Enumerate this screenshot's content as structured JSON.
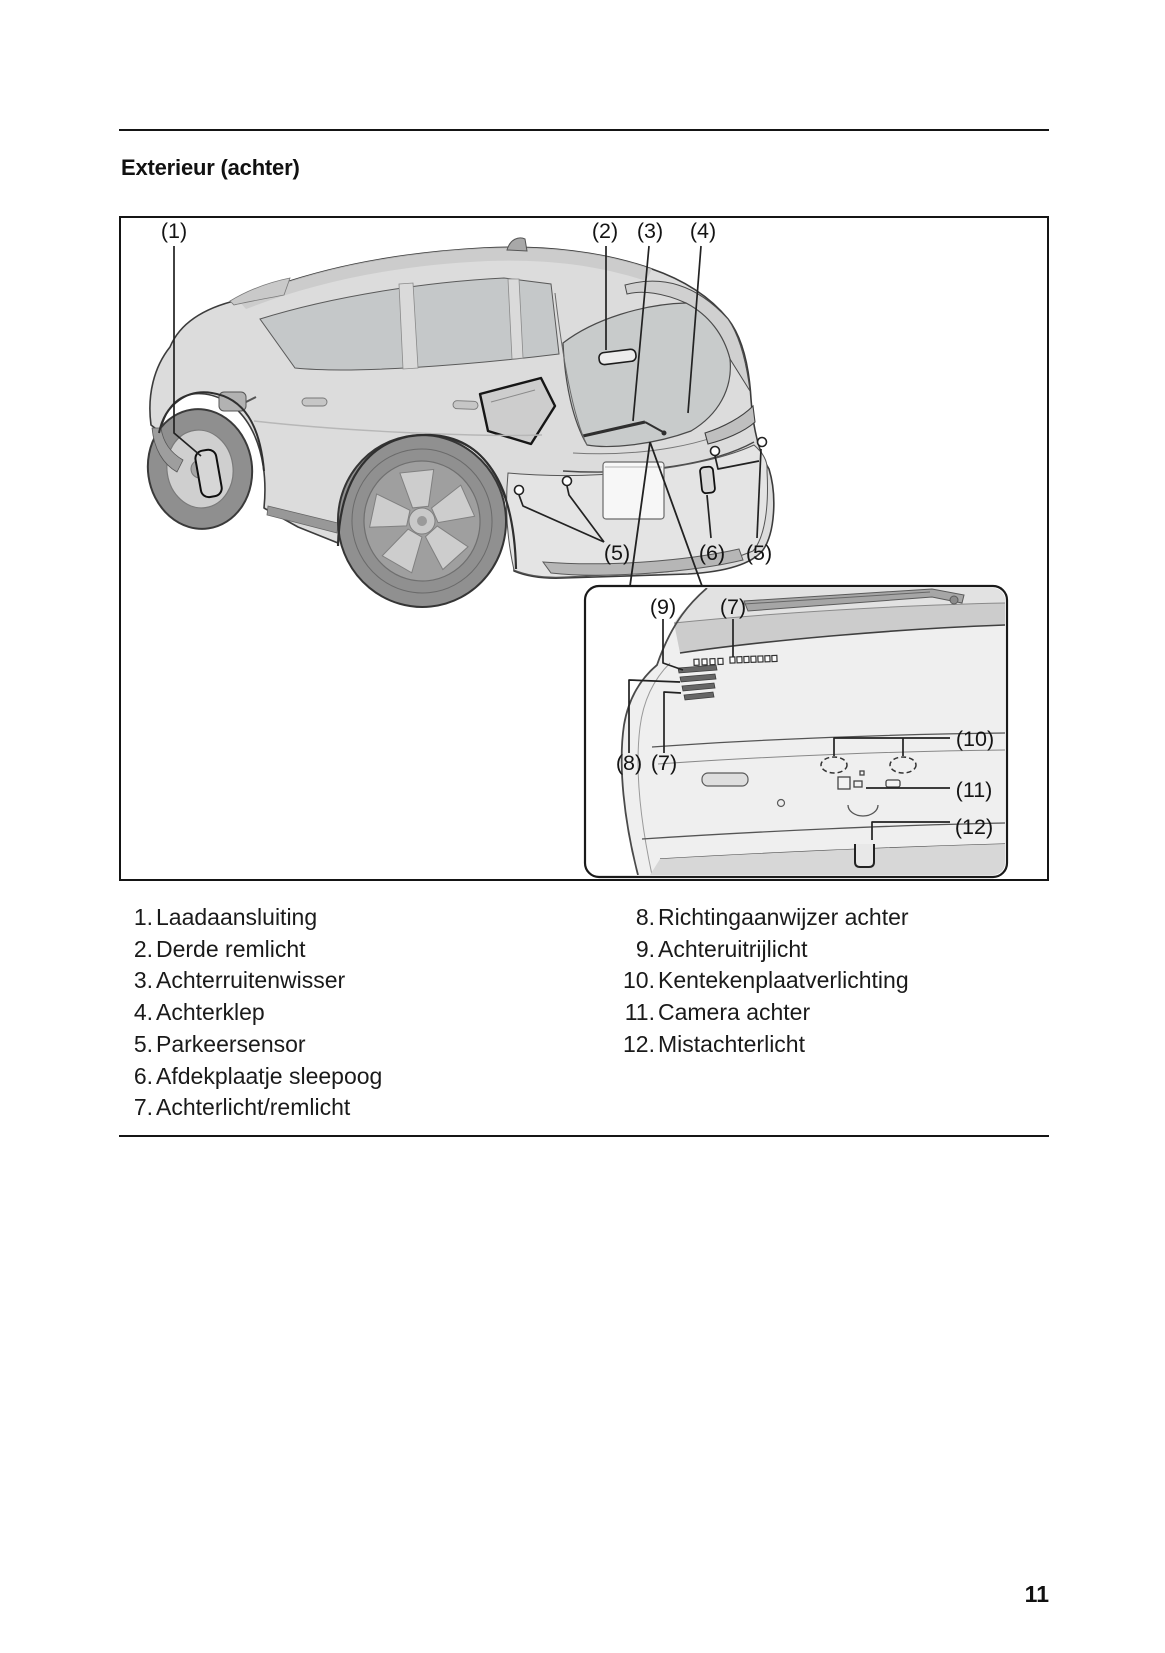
{
  "page": {
    "heading": "Exterieur (achter)",
    "page_number": "11"
  },
  "colors": {
    "ink": "#151515",
    "art_outline": "#3c3c3c",
    "art_fill_light": "#dcdcdc"
  },
  "figure": {
    "description_main": "rear three-quarter line drawing of SUV with callouts",
    "description_inset": "close-up of left tail light and rear bumper with callouts",
    "main_callouts": {
      "c1": "(1)",
      "c2": "(2)",
      "c3": "(3)",
      "c4": "(4)",
      "c5a": "(5)",
      "c6": "(6)",
      "c5b": "(5)"
    },
    "inset_callouts": {
      "c9": "(9)",
      "c7a": "(7)",
      "c8": "(8)",
      "c7b": "(7)",
      "c10": "(10)",
      "c11": "(11)",
      "c12": "(12)"
    }
  },
  "legend": {
    "left": [
      {
        "num": "1.",
        "label": "Laadaansluiting"
      },
      {
        "num": "2.",
        "label": "Derde remlicht"
      },
      {
        "num": "3.",
        "label": "Achterruitenwisser"
      },
      {
        "num": "4.",
        "label": "Achterklep"
      },
      {
        "num": "5.",
        "label": "Parkeersensor"
      },
      {
        "num": "6.",
        "label": "Afdekplaatje sleepoog"
      },
      {
        "num": "7.",
        "label": "Achterlicht/remlicht"
      }
    ],
    "right": [
      {
        "num": "8.",
        "label": "Richtingaanwijzer achter"
      },
      {
        "num": "9.",
        "label": "Achteruitrijlicht"
      },
      {
        "num": "10.",
        "label": "Kentekenplaatverlichting"
      },
      {
        "num": "11.",
        "label": "Camera achter"
      },
      {
        "num": "12.",
        "label": "Mistachterlicht"
      }
    ]
  }
}
